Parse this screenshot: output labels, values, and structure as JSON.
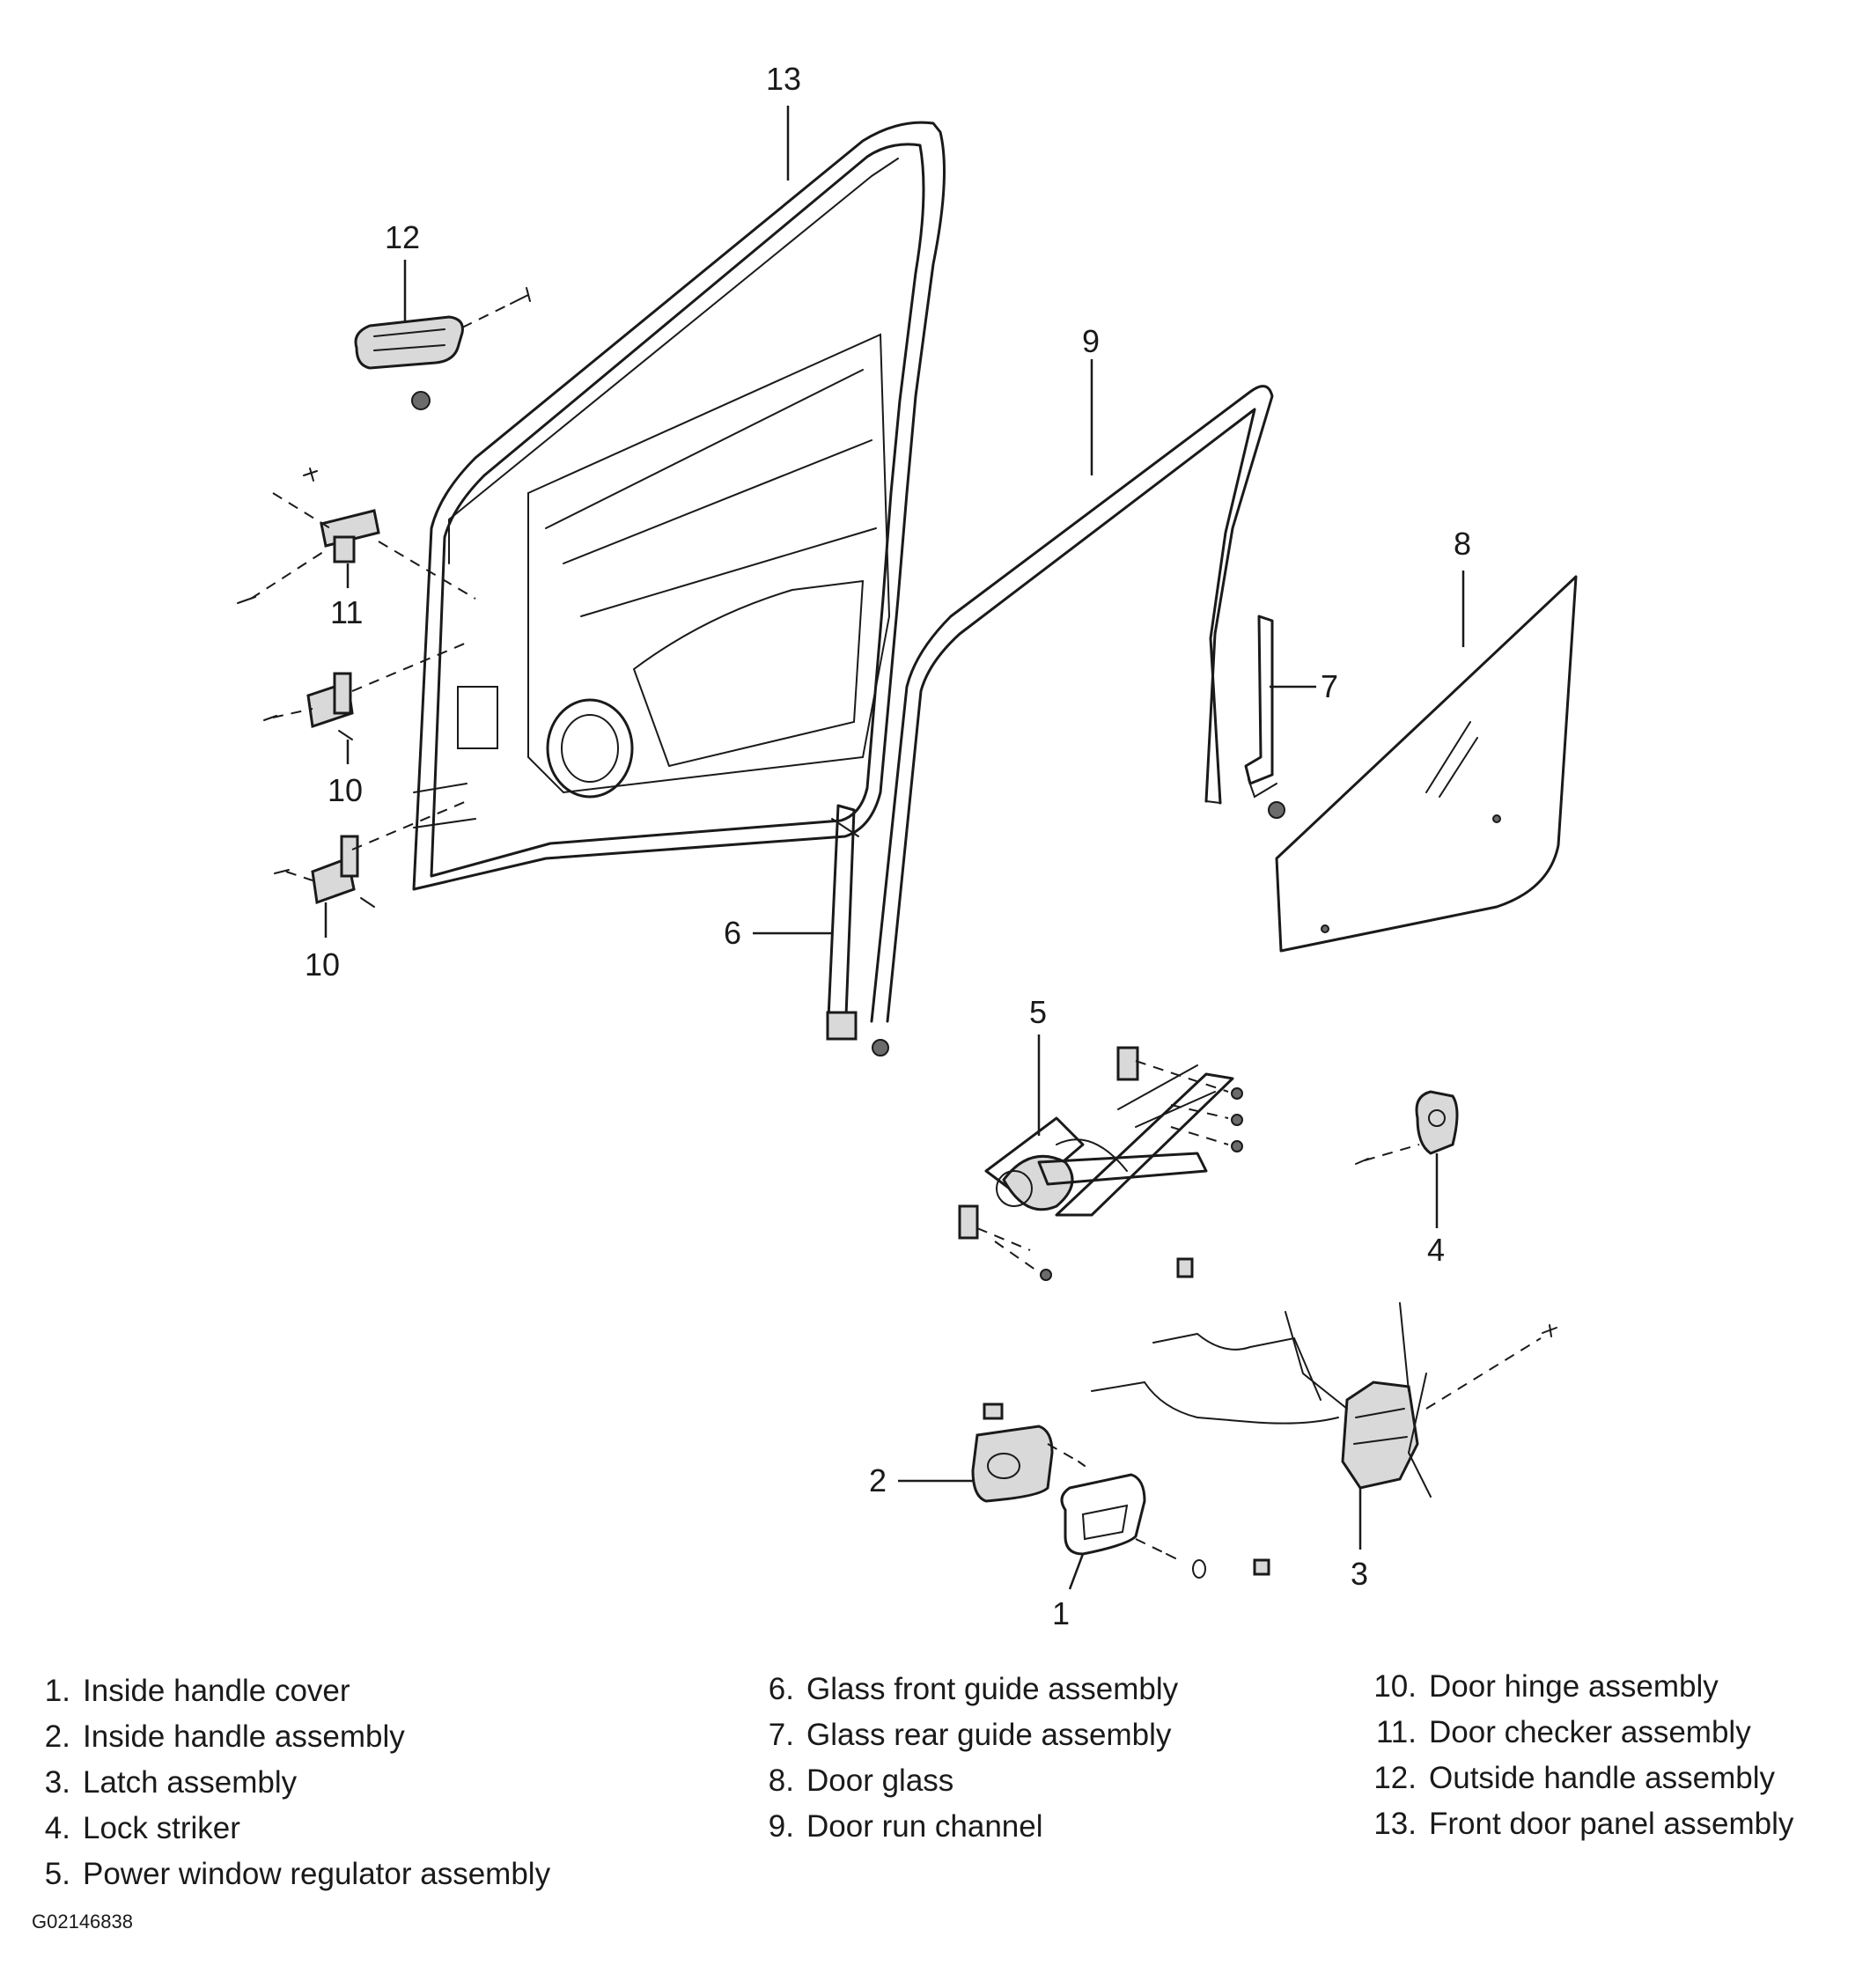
{
  "callouts": {
    "c1": "1",
    "c2": "2",
    "c3": "3",
    "c4": "4",
    "c5": "5",
    "c6": "6",
    "c7": "7",
    "c8": "8",
    "c9": "9",
    "c10a": "10",
    "c10b": "10",
    "c11": "11",
    "c12": "12",
    "c13": "13"
  },
  "legend": {
    "col1": [
      {
        "num": "1.",
        "label": "Inside handle cover"
      },
      {
        "num": "2.",
        "label": "Inside handle assembly"
      },
      {
        "num": "3.",
        "label": "Latch assembly"
      },
      {
        "num": "4.",
        "label": "Lock striker"
      },
      {
        "num": "5.",
        "label": "Power window regulator assembly"
      }
    ],
    "col2": [
      {
        "num": "6.",
        "label": "Glass front guide assembly"
      },
      {
        "num": "7.",
        "label": "Glass rear guide assembly"
      },
      {
        "num": "8.",
        "label": "Door glass"
      },
      {
        "num": "9.",
        "label": "Door run channel"
      }
    ],
    "col3": [
      {
        "num": "10.",
        "label": "Door hinge assembly"
      },
      {
        "num": "11.",
        "label": "Door checker assembly"
      },
      {
        "num": "12.",
        "label": "Outside handle assembly"
      },
      {
        "num": "13.",
        "label": "Front door panel assembly"
      }
    ]
  },
  "figure_code": "G02146838"
}
